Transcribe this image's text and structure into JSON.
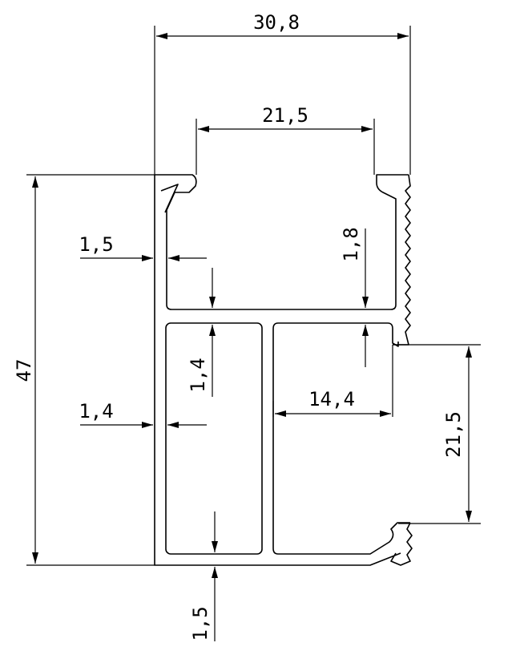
{
  "dimensions": {
    "overall_width": "30,8",
    "opening_width": "21,5",
    "wall_top_left": "1,5",
    "top_wall": "1,8",
    "middle_wall": "1,4",
    "wall_left": "1,4",
    "chamber_width": "14,4",
    "right_opening": "21,5",
    "overall_height": "47",
    "bottom_wall": "1,5"
  }
}
